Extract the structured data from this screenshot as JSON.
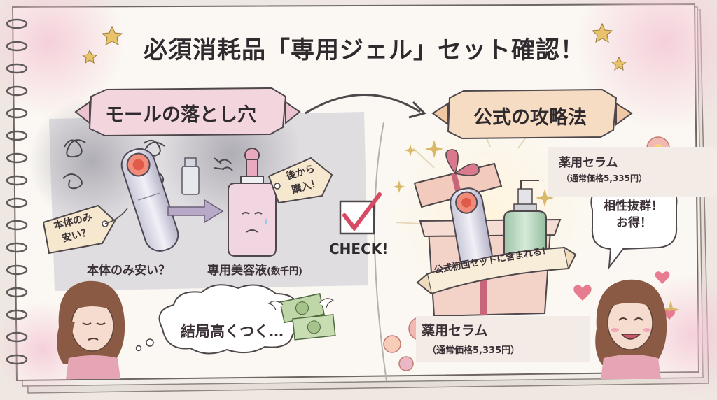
{
  "title": "必須消耗品「専用ジェル」セット確認！",
  "left_banner": "モールの落とし穴",
  "right_banner": "公式の攻略法",
  "tag_left": [
    "本体のみ",
    "安い？"
  ],
  "tag_bottle": [
    "後から",
    "購入！"
  ],
  "caption_device": "本体のみ安い？",
  "caption_serum": "専用美容液",
  "caption_serum_note": "(数千円)",
  "thought_bubble": "結局高くつく…",
  "check_label": "CHECK!",
  "ribbon_text": "公式初回セットに含まれる！",
  "speech_bubble": [
    "相性抜群！",
    "お得！"
  ],
  "serum_label_top": {
    "name": "薬用セラム",
    "price": "（通常価格5,335円）"
  },
  "serum_label_bottom": {
    "name": "薬用セラム",
    "price": "（通常価格5,335円）"
  }
}
